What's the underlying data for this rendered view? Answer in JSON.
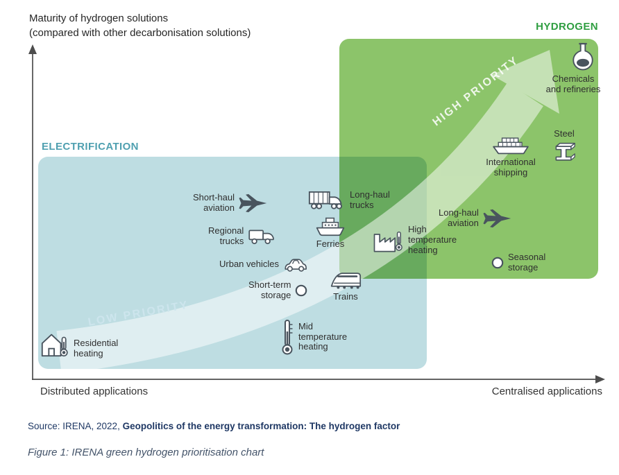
{
  "header": {
    "title_line1": "Maturity of hydrogen solutions",
    "title_line2": "(compared with other decarbonisation solutions)"
  },
  "zones": {
    "electrification": {
      "label": "ELECTRIFICATION",
      "fill_color": "#bedde2",
      "label_color": "#4fa0b0"
    },
    "hydrogen": {
      "label": "HYDROGEN",
      "fill_color": "#8cc46a",
      "label_color": "#2f9e41"
    }
  },
  "priority_band": {
    "low_label": "LOW PRIORITY",
    "high_label": "HIGH PRIORITY"
  },
  "axis": {
    "x_left": "Distributed applications",
    "x_right": "Centralised applications"
  },
  "source": {
    "prefix": "Source: IRENA, 2022, ",
    "title": "Geopolitics of the energy transformation: The hydrogen factor"
  },
  "caption": "Figure 1: IRENA green hydrogen prioritisation chart",
  "chart_data": {
    "type": "scatter",
    "title": "Maturity of hydrogen solutions (compared with other decarbonisation solutions)",
    "x_axis": "Distributed applications (0) to Centralised applications (100)",
    "y_axis": "Maturity of hydrogen solutions, qualitative 0-100",
    "xlim": [
      0,
      100
    ],
    "ylim": [
      0,
      100
    ],
    "zones": [
      {
        "name": "ELECTRIFICATION",
        "x_range": [
          1,
          69
        ],
        "y_range": [
          3,
          67
        ]
      },
      {
        "name": "HYDROGEN",
        "x_range": [
          54,
          100
        ],
        "y_range": [
          30,
          100
        ]
      }
    ],
    "arrow": {
      "from": "LOW PRIORITY (bottom-left)",
      "to": "HIGH PRIORITY (top-right)"
    },
    "items": [
      {
        "label": "Residential\nheating",
        "icon": "house-thermometer-icon",
        "x": 4,
        "y": 10,
        "zone": "electrification"
      },
      {
        "label": "Mid\ntemperature\nheating",
        "icon": "thermometer-icon",
        "x": 45,
        "y": 12,
        "zone": "electrification"
      },
      {
        "label": "Urban vehicles",
        "icon": "car-icon",
        "x": 48,
        "y": 34,
        "zone": "electrification"
      },
      {
        "label": "Short-term\nstorage",
        "icon": "storage-circle-icon",
        "x": 49,
        "y": 27,
        "zone": "electrification"
      },
      {
        "label": "Trains",
        "icon": "train-icon",
        "x": 55,
        "y": 30,
        "zone": "electrification+hydrogen"
      },
      {
        "label": "Regional\ntrucks",
        "icon": "truck-icon",
        "x": 42,
        "y": 42,
        "zone": "electrification"
      },
      {
        "label": "Short-haul\naviation",
        "icon": "plane-icon",
        "x": 40,
        "y": 52,
        "zone": "electrification"
      },
      {
        "label": "Ferries",
        "icon": "ferry-icon",
        "x": 53,
        "y": 46,
        "zone": "electrification+hydrogen"
      },
      {
        "label": "Long-haul\ntrucks",
        "icon": "semi-truck-icon",
        "x": 53,
        "y": 53,
        "zone": "electrification+hydrogen"
      },
      {
        "label": "High\ntemperature\nheating",
        "icon": "factory-thermometer-icon",
        "x": 63,
        "y": 41,
        "zone": "hydrogen"
      },
      {
        "label": "Long-haul\naviation",
        "icon": "plane-icon",
        "x": 83,
        "y": 48,
        "zone": "hydrogen"
      },
      {
        "label": "Seasonal\nstorage",
        "icon": "storage-circle-icon",
        "x": 82,
        "y": 35,
        "zone": "hydrogen"
      },
      {
        "label": "International\nshipping",
        "icon": "cargo-ship-icon",
        "x": 85,
        "y": 70,
        "zone": "hydrogen"
      },
      {
        "label": "Steel",
        "icon": "steel-beam-icon",
        "x": 94,
        "y": 69,
        "zone": "hydrogen"
      },
      {
        "label": "Chemicals\nand refineries",
        "icon": "flask-icon",
        "x": 97,
        "y": 97,
        "zone": "hydrogen"
      }
    ]
  }
}
